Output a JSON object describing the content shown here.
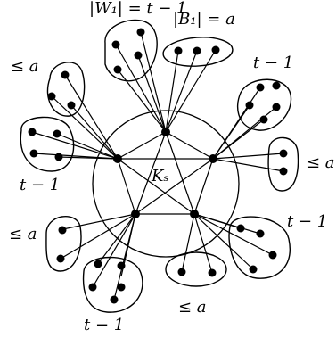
{
  "labels": {
    "W1_size": "|W₁| = t − 1",
    "B1_size": "|B₁| = a",
    "clique": "Kₛ",
    "le_a_top_left": "≤ a",
    "t1_top_right": "t − 1",
    "t1_left": "t − 1",
    "le_a_right": "≤ a",
    "le_a_bottom_left": "≤ a",
    "t1_bottom_right": "t − 1",
    "t1_bottom": "t − 1",
    "le_a_bottom": "≤ a"
  }
}
